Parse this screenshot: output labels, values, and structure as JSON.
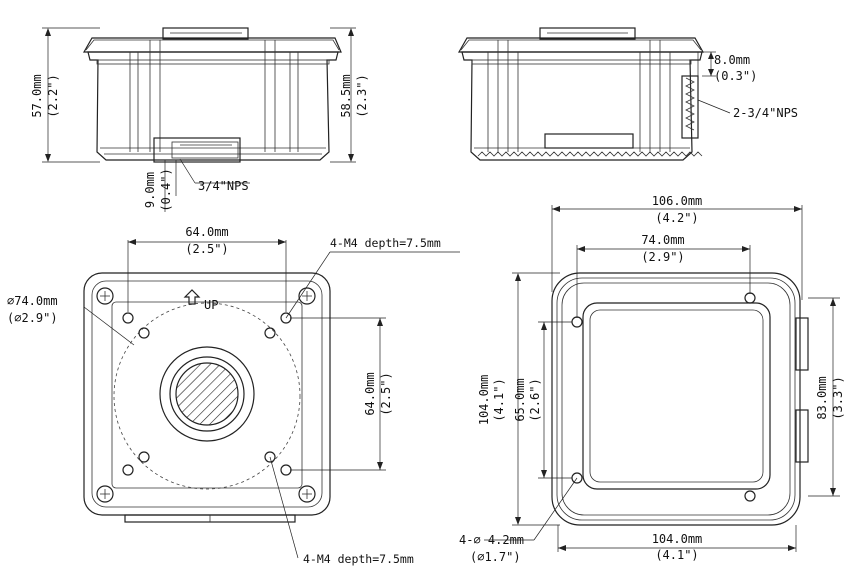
{
  "side_view_front": {
    "height_left": "57.0mm",
    "height_left_in": "(2.2\")",
    "height_right": "58.5mm",
    "height_right_in": "(2.3\")",
    "bottom_offset": "9.0mm",
    "bottom_offset_in": "(0.4\")",
    "port_label": "3/4\"NPS"
  },
  "side_view_right": {
    "offset": "8.0mm",
    "offset_in": "(0.3\")",
    "port_label": "2-3/4\"NPS"
  },
  "bottom_view": {
    "top_spacing": "64.0mm",
    "top_spacing_in": "(2.5\")",
    "side_spacing": "64.0mm",
    "side_spacing_in": "(2.5\")",
    "circle_dia": "74.0mm",
    "circle_dia_in": "2.9\"",
    "dia_symbol": "∅",
    "screw_label_top": "4-M4 depth=7.5mm",
    "screw_label_bottom": "4-M4 depth=7.5mm",
    "up_label": "UP"
  },
  "top_view": {
    "outer_width": "106.0mm",
    "outer_width_in": "(4.2\")",
    "hole_spacing_x": "74.0mm",
    "hole_spacing_x_in": "(2.9\")",
    "outer_height": "104.0mm",
    "outer_height_in": "(4.1\")",
    "hole_spacing_y": "65.0mm",
    "hole_spacing_y_in": "(2.6\")",
    "inner_height": "83.0mm",
    "inner_height_in": "(3.3\")",
    "base_width": "104.0mm",
    "base_width_in": "(4.1\")",
    "hole_label": "4-∅ 4.2mm",
    "hole_label_in": "(∅1.7\")"
  }
}
